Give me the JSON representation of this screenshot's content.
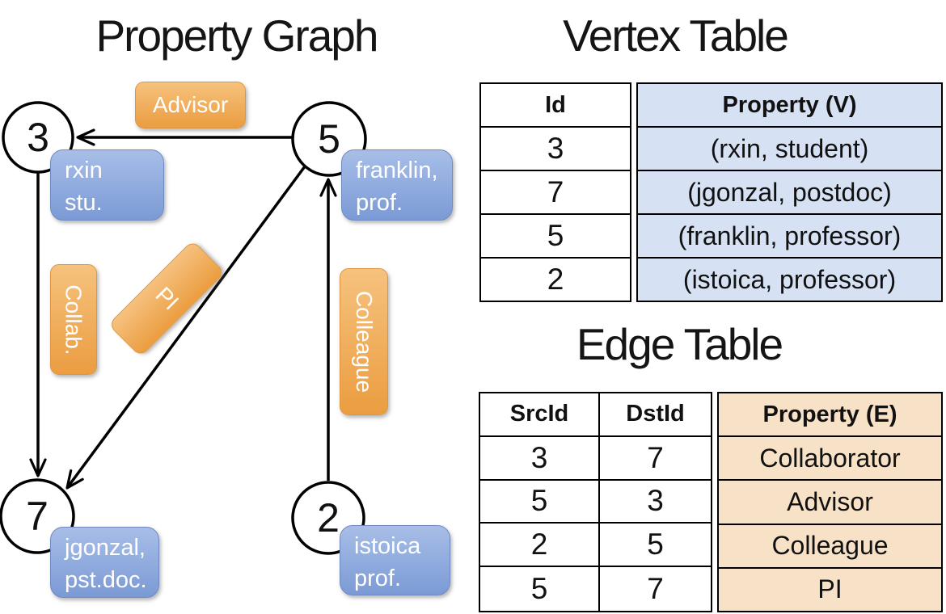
{
  "graph": {
    "title": "Property Graph",
    "nodes": [
      {
        "id": "3"
      },
      {
        "id": "5"
      },
      {
        "id": "7"
      },
      {
        "id": "2"
      }
    ],
    "vertex_labels": [
      {
        "line1": "rxin",
        "line2": "stu."
      },
      {
        "line1": "franklin,",
        "line2": "prof."
      },
      {
        "line1": "jgonzal,",
        "line2": "pst.doc."
      },
      {
        "line1": "istoica",
        "line2": "prof."
      }
    ],
    "edge_labels": {
      "advisor": "Advisor",
      "collab": "Collab.",
      "pi": "PI",
      "colleague": "Colleague"
    },
    "edges": [
      {
        "src": "5",
        "dst": "3",
        "label": "Advisor"
      },
      {
        "src": "3",
        "dst": "7",
        "label": "Collab."
      },
      {
        "src": "5",
        "dst": "7",
        "label": "PI"
      },
      {
        "src": "2",
        "dst": "5",
        "label": "Colleague"
      }
    ]
  },
  "vertex_table": {
    "title": "Vertex Table",
    "columns": {
      "id": "Id",
      "property": "Property (V)"
    },
    "rows": [
      {
        "id": "3",
        "property": "(rxin, student)"
      },
      {
        "id": "7",
        "property": "(jgonzal, postdoc)"
      },
      {
        "id": "5",
        "property": "(franklin, professor)"
      },
      {
        "id": "2",
        "property": "(istoica, professor)"
      }
    ]
  },
  "edge_table": {
    "title": "Edge Table",
    "columns": {
      "src": "SrcId",
      "dst": "DstId",
      "property": "Property (E)"
    },
    "rows": [
      {
        "src": "3",
        "dst": "7",
        "property": "Collaborator"
      },
      {
        "src": "5",
        "dst": "3",
        "property": "Advisor"
      },
      {
        "src": "2",
        "dst": "5",
        "property": "Colleague"
      },
      {
        "src": "5",
        "dst": "7",
        "property": "PI"
      }
    ]
  },
  "colors": {
    "edge_label_orange": "#EFA64C",
    "vertex_label_blue": "#87A2DA",
    "vertex_table_fill": "#D6E1F3",
    "edge_table_fill": "#F7E2C7",
    "line": "#000000",
    "background": "#FFFFFF"
  }
}
